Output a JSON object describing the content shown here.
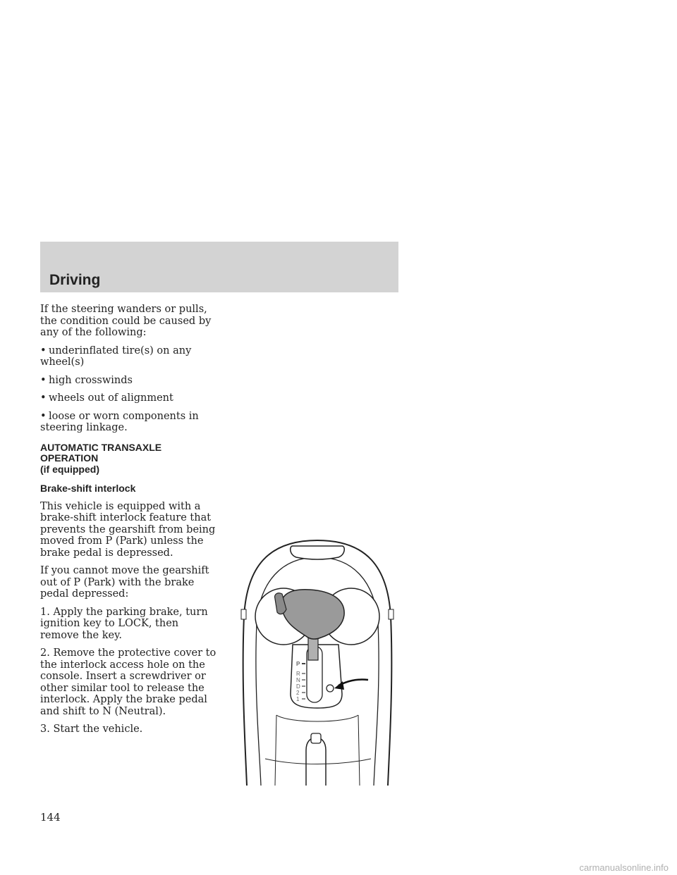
{
  "header": {
    "section_title": "Driving"
  },
  "content": {
    "intro": "If the steering wanders or pulls, the condition could be caused by any of the following:",
    "bullets": [
      "underinflated tire(s) on any wheel(s)",
      "high crosswinds",
      "wheels out of alignment",
      "loose or worn components in steering linkage."
    ],
    "heading_lines": [
      "AUTOMATIC TRANSAXLE",
      "OPERATION",
      "(if equipped)"
    ],
    "subheading": "Brake-shift interlock",
    "paragraph1": "This vehicle is equipped with a brake-shift interlock feature that prevents the gearshift from being moved from P (Park) unless the brake pedal is depressed.",
    "paragraph2": "If you cannot move the gearshift out of P (Park) with the brake pedal depressed:",
    "steps": [
      "1.  Apply the parking brake, turn ignition key to LOCK, then remove the key.",
      "2.  Remove the protective cover to the interlock access hole on the console. Insert a screwdriver or other similar tool to release the interlock. Apply the brake pedal and shift to N (Neutral).",
      "3.  Start the vehicle."
    ]
  },
  "illustration": {
    "shift_positions": [
      "P",
      "R",
      "N",
      "D",
      "2",
      "1"
    ]
  },
  "footer": {
    "page_number": "144",
    "watermark": "carmanualsonline.info"
  }
}
